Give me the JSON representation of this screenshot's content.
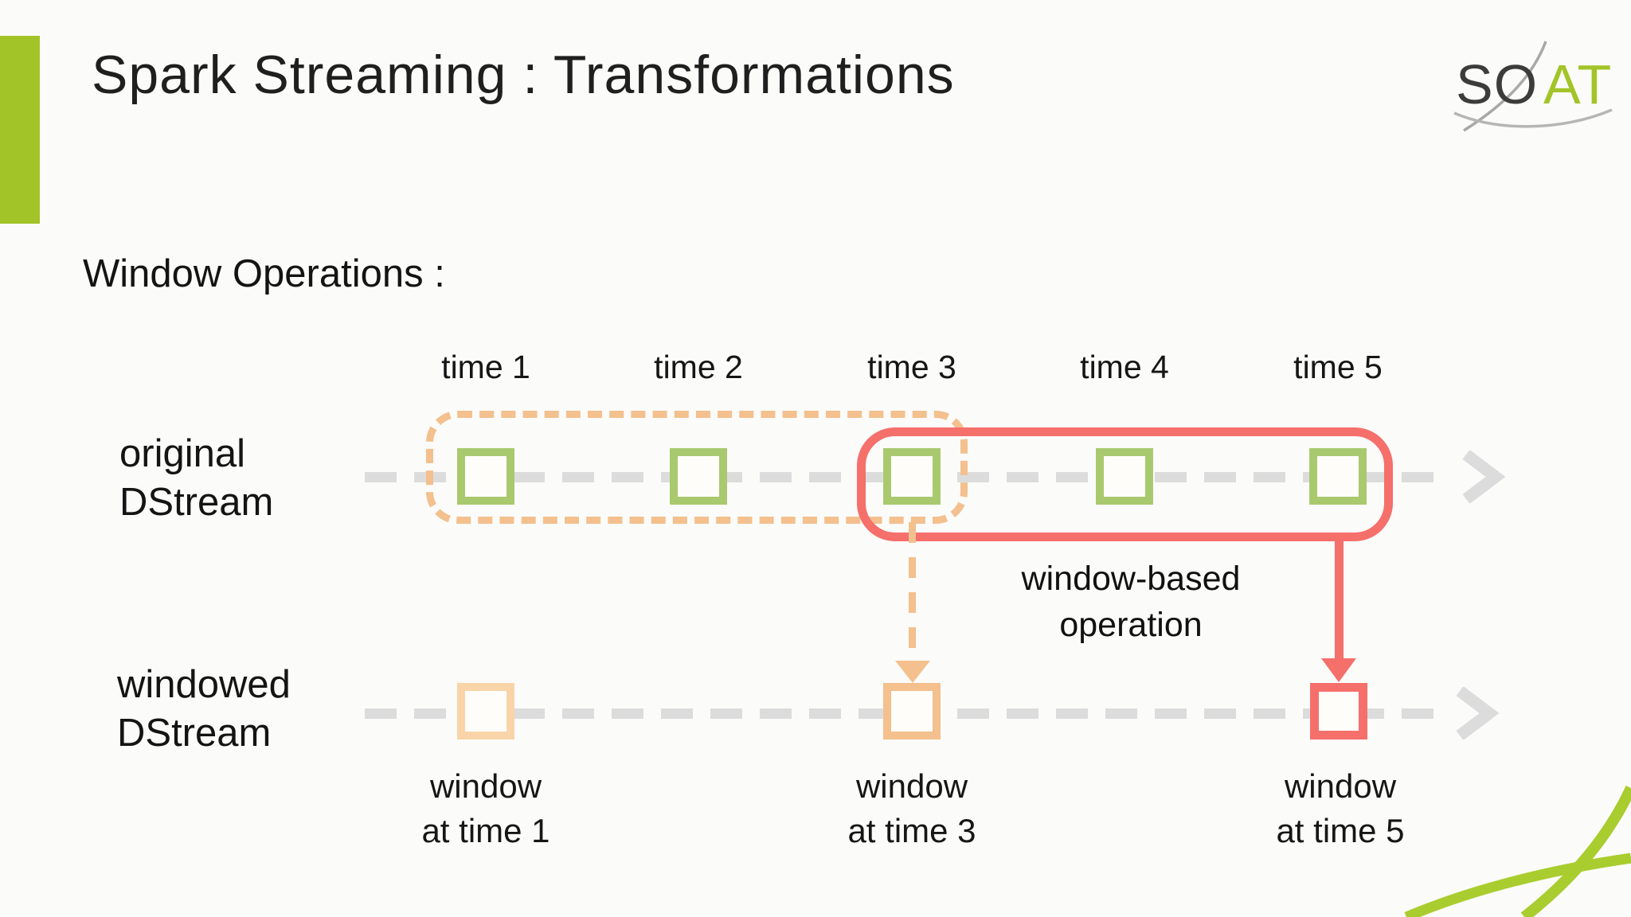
{
  "slide": {
    "title": "Spark Streaming : Transformations",
    "subtitle": "Window Operations :"
  },
  "logo": {
    "part1": "SO",
    "part2": "AT"
  },
  "diagram": {
    "time_labels": [
      "time 1",
      "time 2",
      "time 3",
      "time 4",
      "time 5"
    ],
    "rows": [
      {
        "line1": "original",
        "line2": "DStream"
      },
      {
        "line1": "windowed",
        "line2": "DStream"
      }
    ],
    "operation_label": {
      "line1": "window-based",
      "line2": "operation"
    },
    "window_labels": [
      {
        "line1": "window",
        "line2": "at time 1"
      },
      {
        "line1": "window",
        "line2": "at time 3"
      },
      {
        "line1": "window",
        "line2": "at time 5"
      }
    ]
  },
  "colors": {
    "brand-green": "#a3c428",
    "swoosh-green": "#a9cd2f",
    "box-green": "#a9c96f",
    "window-orange": "#f3c08e",
    "window-orange-faded": "#f9d4a8",
    "window-red": "#f56f6b",
    "timeline-gray": "#dcdcdc"
  }
}
